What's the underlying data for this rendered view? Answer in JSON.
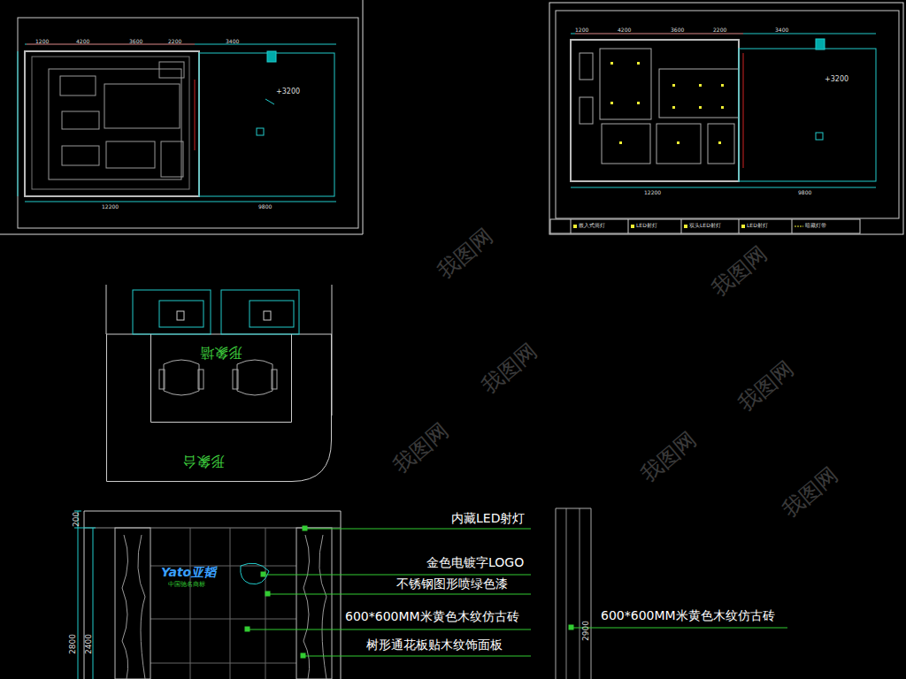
{
  "diagram": {
    "nodes": [
      {
        "text": [
          "形象台"
        ]
      },
      {
        "text": [
          "形象墙"
        ],
        "in": 0
      }
    ],
    "labels": [
      "1200",
      "4200",
      "3600",
      "2200",
      "3400",
      "12200",
      "9800",
      "+3200",
      "1200",
      "4200",
      "3600",
      "2200",
      "3400",
      "12200",
      "9800",
      "+3200",
      "Yato亚韬",
      "中国驰名商标",
      "200",
      "2800",
      "2400",
      "2900",
      "内藏LED射灯",
      "金色电镀字LOGO",
      "不锈钢图形喷绿色漆",
      "600*600MM米黄色木纹仿古砖",
      "树形通花板贴木纹饰面板",
      "600*600MM米黄色木纹仿古砖",
      "我图网",
      "我图网",
      "我图网",
      "我图网",
      "我图网",
      "我图网",
      "我图网"
    ],
    "legend": [
      {
        "text": "嵌入式筒灯"
      },
      {
        "text": "LED射灯"
      },
      {
        "text": "双头LED射灯"
      },
      {
        "text": "LED射灯"
      },
      {
        "text": "暗藏灯带"
      }
    ]
  }
}
